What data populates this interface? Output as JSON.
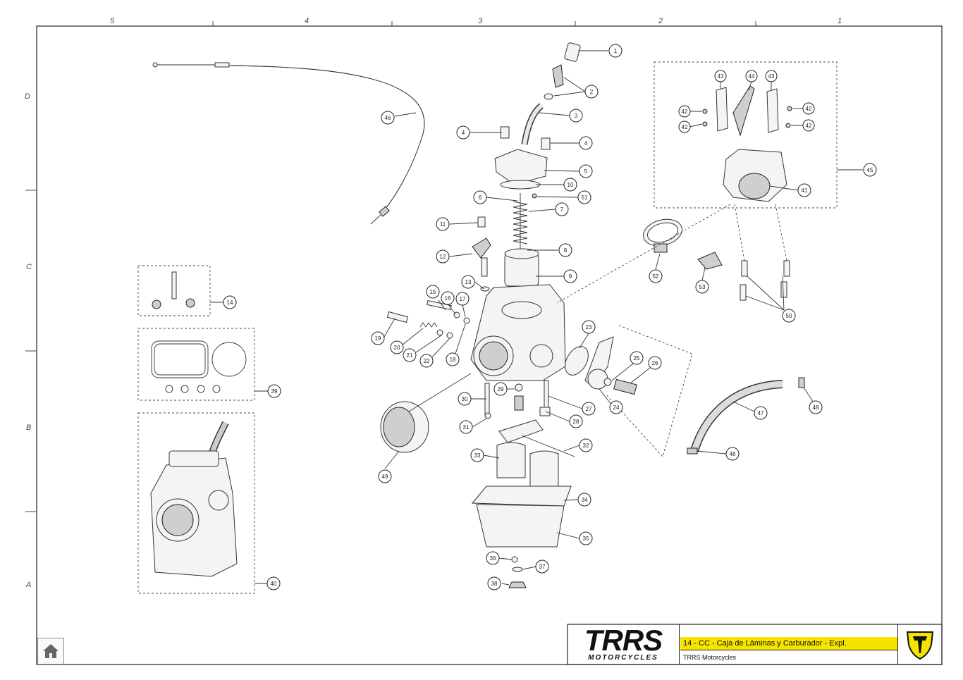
{
  "zones": {
    "columns": [
      "5",
      "4",
      "3",
      "2",
      "1"
    ],
    "rows": [
      "D",
      "C",
      "B",
      "A"
    ]
  },
  "callouts": [
    "1",
    "2",
    "3",
    "4",
    "4",
    "5",
    "10",
    "51",
    "6",
    "7",
    "11",
    "8",
    "12",
    "9",
    "13",
    "15",
    "16",
    "17",
    "14",
    "19",
    "20",
    "21",
    "22",
    "18",
    "23",
    "25",
    "26",
    "24",
    "39",
    "29",
    "30",
    "27",
    "31",
    "28",
    "32",
    "33",
    "49",
    "34",
    "40",
    "35",
    "36",
    "37",
    "38",
    "46",
    "43",
    "44",
    "43",
    "42",
    "42",
    "42",
    "42",
    "45",
    "41",
    "52",
    "53",
    "50",
    "47",
    "48",
    "48"
  ],
  "title_block": {
    "brand": "TRRS",
    "brand_sub": "MOTORCYCLES",
    "drawing_title": "14 - CC - Caja de Láminas y Carburador - Expl.",
    "company": "TRRS Motorcycles"
  },
  "colors": {
    "accent": "#f5e400",
    "line": "#333333"
  },
  "icons": {
    "home": "home-icon",
    "emblem": "trrs-emblem-icon"
  }
}
